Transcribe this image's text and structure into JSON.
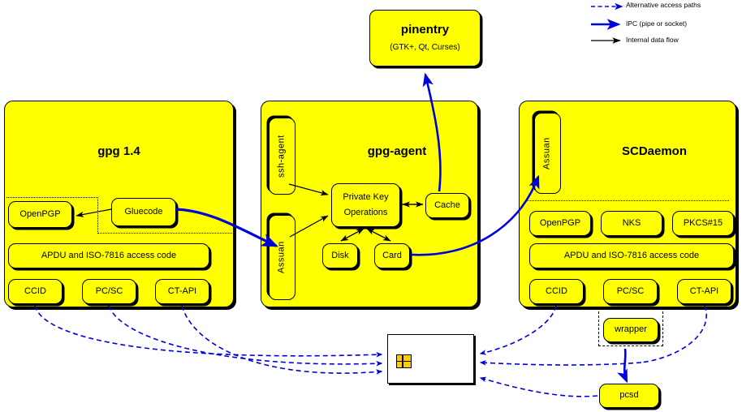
{
  "legend": {
    "items": [
      {
        "id": "alt",
        "label": "Alternative access paths",
        "style": "dashed",
        "color": "#0000dd"
      },
      {
        "id": "ipc",
        "label": "IPC (pipe or socket)",
        "style": "thick-solid",
        "color": "#0000dd"
      },
      {
        "id": "flow",
        "label": "Internal data flow",
        "style": "solid",
        "color": "#000000"
      }
    ]
  },
  "colors": {
    "node_fill": "#ffff00",
    "node_stroke": "#000000",
    "ipc_blue": "#0000dd",
    "internal_black": "#000000",
    "card_fill": "#ffffff",
    "chip_fill": "#ffcc00"
  },
  "pinentry": {
    "title": "pinentry",
    "subtitle": "(GTK+, Qt, Curses)"
  },
  "gpg": {
    "title": "gpg 1.4",
    "gluecode": "Gluecode",
    "openpgp": "OpenPGP",
    "apdu": "APDU and ISO-7816 access code",
    "drivers": [
      "CCID",
      "PC/SC",
      "CT-API"
    ]
  },
  "gpg_agent": {
    "title": "gpg-agent",
    "ssh_agent": "ssh-agent",
    "assuan": "Assuan",
    "private_key_ops_line1": "Private Key",
    "private_key_ops_line2": "Operations",
    "cache": "Cache",
    "disk": "Disk",
    "card": "Card"
  },
  "scdaemon": {
    "title": "SCDaemon",
    "assuan": "Assuan",
    "apps": [
      "OpenPGP",
      "NKS",
      "PKCS#15"
    ],
    "apdu": "APDU and ISO-7816 access code",
    "drivers": [
      "CCID",
      "PC/SC",
      "CT-API"
    ],
    "wrapper": "wrapper"
  },
  "external": {
    "pcsd": "pcsd",
    "smartcard": "smartcard"
  }
}
